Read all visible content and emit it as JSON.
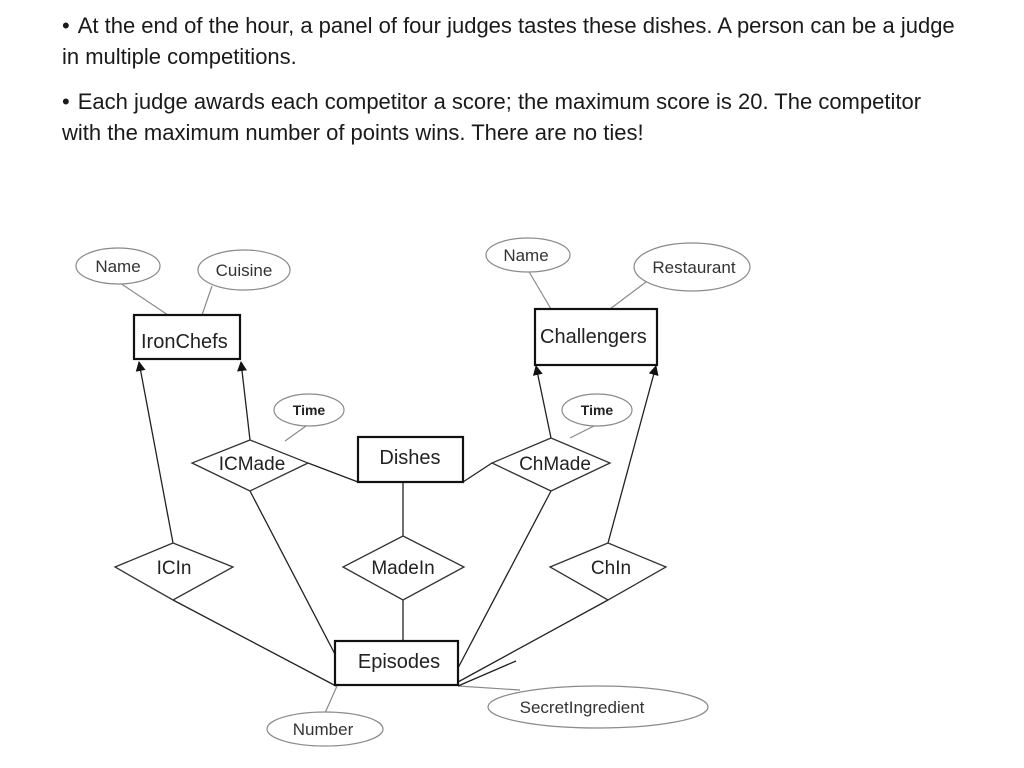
{
  "bullets": [
    {
      "marker": "•",
      "text": "At the end of the hour, a panel of four judges tastes these dishes. A person can be a judge in multiple competitions."
    },
    {
      "marker": "•",
      "text": "Each judge awards each competitor a score; the maximum score is 20. The competitor with the maximum number of points wins. There are no ties!"
    }
  ],
  "diagram": {
    "entities": {
      "ironchefs": "IronChefs",
      "challengers": "Challengers",
      "dishes": "Dishes",
      "episodes": "Episodes"
    },
    "relationships": {
      "icmade": "ICMade",
      "chmade": "ChMade",
      "icin": "ICIn",
      "madein": "MadeIn",
      "chin": "ChIn"
    },
    "attributes": {
      "ic_name": "Name",
      "ic_cuisine": "Cuisine",
      "ch_name": "Name",
      "ch_restaurant": "Restaurant",
      "icmade_time": "Time",
      "chmade_time": "Time",
      "ep_number": "Number",
      "ep_secret": "SecretIngredient"
    }
  }
}
